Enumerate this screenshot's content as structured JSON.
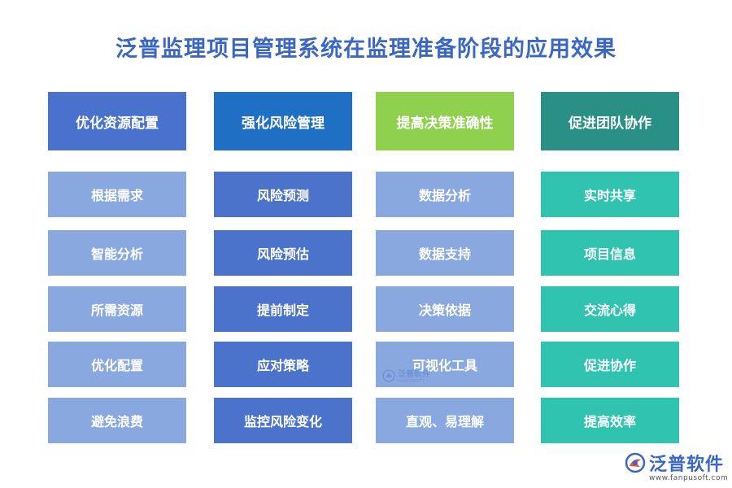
{
  "title": "泛普监理项目管理系统在监理准备阶段的应用效果",
  "columns": [
    {
      "header": "优化资源配置",
      "header_color": "#4872cc",
      "item_color": "#8aa8e0",
      "items": [
        "根据需求",
        "智能分析",
        "所需资源",
        "优化配置",
        "避免浪费"
      ]
    },
    {
      "header": "强化风险管理",
      "header_color": "#1f6fc4",
      "item_color": "#4b73cc",
      "items": [
        "风险预测",
        "风险预估",
        "提前制定",
        "应对策略",
        "监控风险变化"
      ]
    },
    {
      "header": "提高决策准确性",
      "header_color": "#8fd14f",
      "item_color": "#8aa8e0",
      "items": [
        "数据分析",
        "数据支持",
        "决策依据",
        "可视化工具",
        "直观、易理解"
      ]
    },
    {
      "header": "促进团队协作",
      "header_color": "#2a8f85",
      "item_color": "#2fc3b0",
      "items": [
        "实时共享",
        "项目信息",
        "交流心得",
        "促进协作",
        "提高效率"
      ]
    }
  ],
  "watermark": {
    "name": "泛普软件",
    "sub": "FANPUSOFT",
    "icon": "fanpu-logo-icon"
  },
  "logo": {
    "name": "泛普软件",
    "url": "www.fanpusoft.com",
    "icon": "fanpu-logo-icon"
  }
}
